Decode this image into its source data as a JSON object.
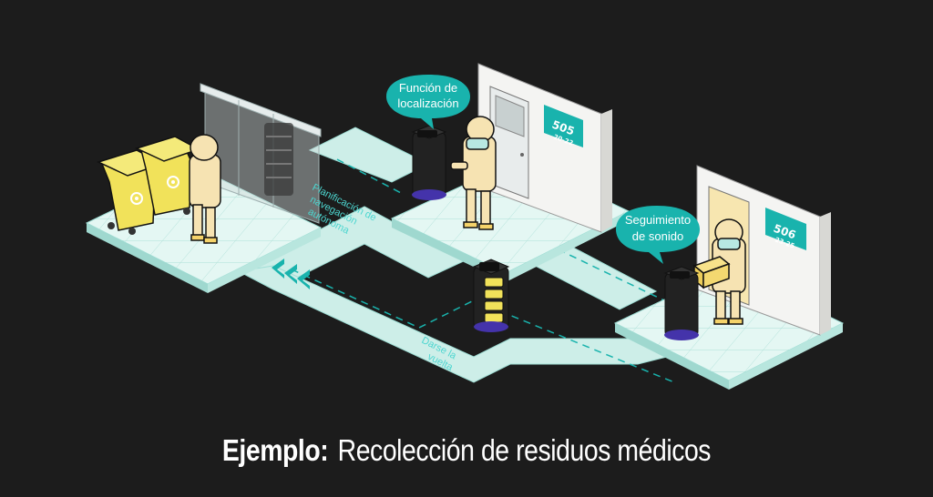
{
  "caption": {
    "prefix": "Ejemplo:",
    "title": "Recolección de residuos médicos"
  },
  "bubbles": {
    "localization": [
      "Función de",
      "localización"
    ],
    "sound": [
      "Seguimiento",
      "de sonido"
    ]
  },
  "path_labels": {
    "planning": [
      "Planificación de",
      "navegación",
      "autónoma"
    ],
    "turn": [
      "Darse la",
      "vuelta"
    ]
  },
  "rooms": {
    "r505": {
      "number": "505",
      "beds": "20-22"
    },
    "r506": {
      "number": "506",
      "beds": "23-25"
    }
  },
  "colors": {
    "background": "#1c1c1c",
    "floor": "#d9f4ef",
    "path": "#c8efe8",
    "accent": "#19b3ad",
    "bin": "#f1e25a",
    "suit": "#f6e3b2",
    "robot": "#1f1f1f",
    "robot_base": "#4433aa"
  },
  "icons": [
    "biohazard-icon",
    "chevron-left-icon"
  ]
}
